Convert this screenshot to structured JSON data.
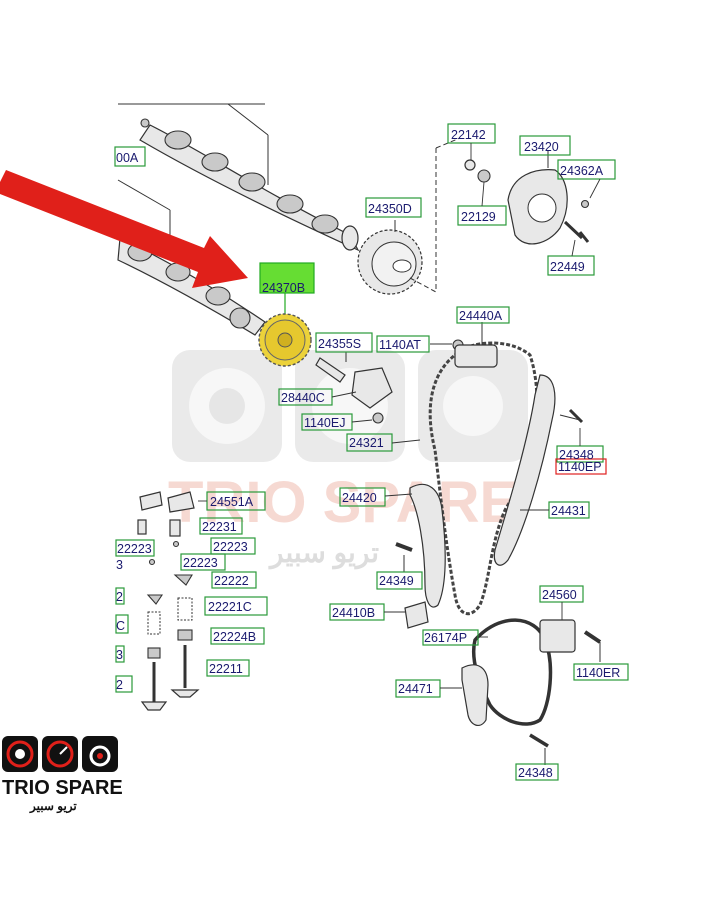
{
  "diagram": {
    "labels": {
      "l_24370B": "24370B",
      "l_22142": "22142",
      "l_23420": "23420",
      "l_24362A": "24362A",
      "l_24350D": "24350D",
      "l_22129": "22129",
      "l_22449": "22449",
      "l_00A": "00A",
      "l_24355S": "24355S",
      "l_1140AT": "1140AT",
      "l_24440A": "24440A",
      "l_28440C": "28440C",
      "l_1140EJ": "1140EJ",
      "l_24321": "24321",
      "l_24348a": "24348",
      "l_1140EP": "1140EP",
      "l_24551A": "24551A",
      "l_22231": "22231",
      "l_22223a": "22223",
      "l_22223b": "22223",
      "l_22223c": "22223",
      "l_22222": "22222",
      "l_22221C": "22221C",
      "l_22224B": "22224B",
      "l_22211": "22211",
      "l_24420": "24420",
      "l_24431": "24431",
      "l_24349": "24349",
      "l_24410B": "24410B",
      "l_24560": "24560",
      "l_26174P": "26174P",
      "l_1140ER": "1140ER",
      "l_24471": "24471",
      "l_24348b": "24348",
      "cut_3": "3",
      "cut_2": "2",
      "cut_C": "C",
      "cut_3b": "3",
      "cut_2b": "2"
    },
    "highlight_color": "#22aa22",
    "highlight_fill": "#66dd33",
    "arrow_color": "#e0201a"
  },
  "brand": {
    "name": "TRIO SPARE",
    "name_ar": "تريو سبير",
    "watermark_en": "TRIO SPARE",
    "watermark_ar": "تريو سبير",
    "color_red": "#e0201a",
    "color_black": "#111111"
  }
}
